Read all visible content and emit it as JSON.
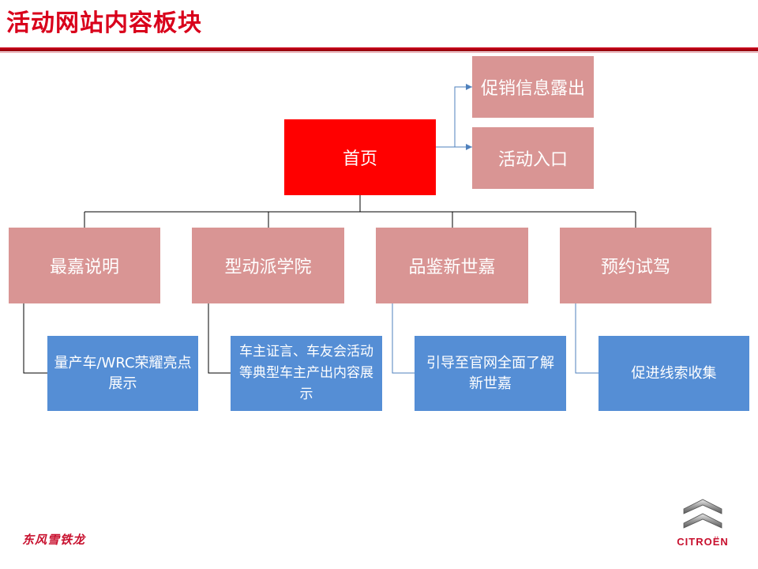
{
  "header": {
    "title": "活动网站内容板块"
  },
  "diagram": {
    "root": "首页",
    "root_children": [
      "促销信息露出",
      "活动入口"
    ],
    "sections": [
      {
        "label": "最嘉说明",
        "detail": "量产车/WRC荣耀亮点展示"
      },
      {
        "label": "型动派学院",
        "detail": "车主证言、车友会活动等典型车主产出内容展示"
      },
      {
        "label": "品鉴新世嘉",
        "detail": "引导至官网全面了解新世嘉"
      },
      {
        "label": "预约试驾",
        "detail": "促进线索收集"
      }
    ]
  },
  "footer": {
    "brand_left": "东风雪铁龙",
    "brand_right": "CITROËN",
    "logo_icon": "double-chevron-icon"
  },
  "colors": {
    "title": "#d9001b",
    "root": "#ff0000",
    "section": "#d99594",
    "detail": "#558ed5",
    "root_child": "#d99594"
  }
}
